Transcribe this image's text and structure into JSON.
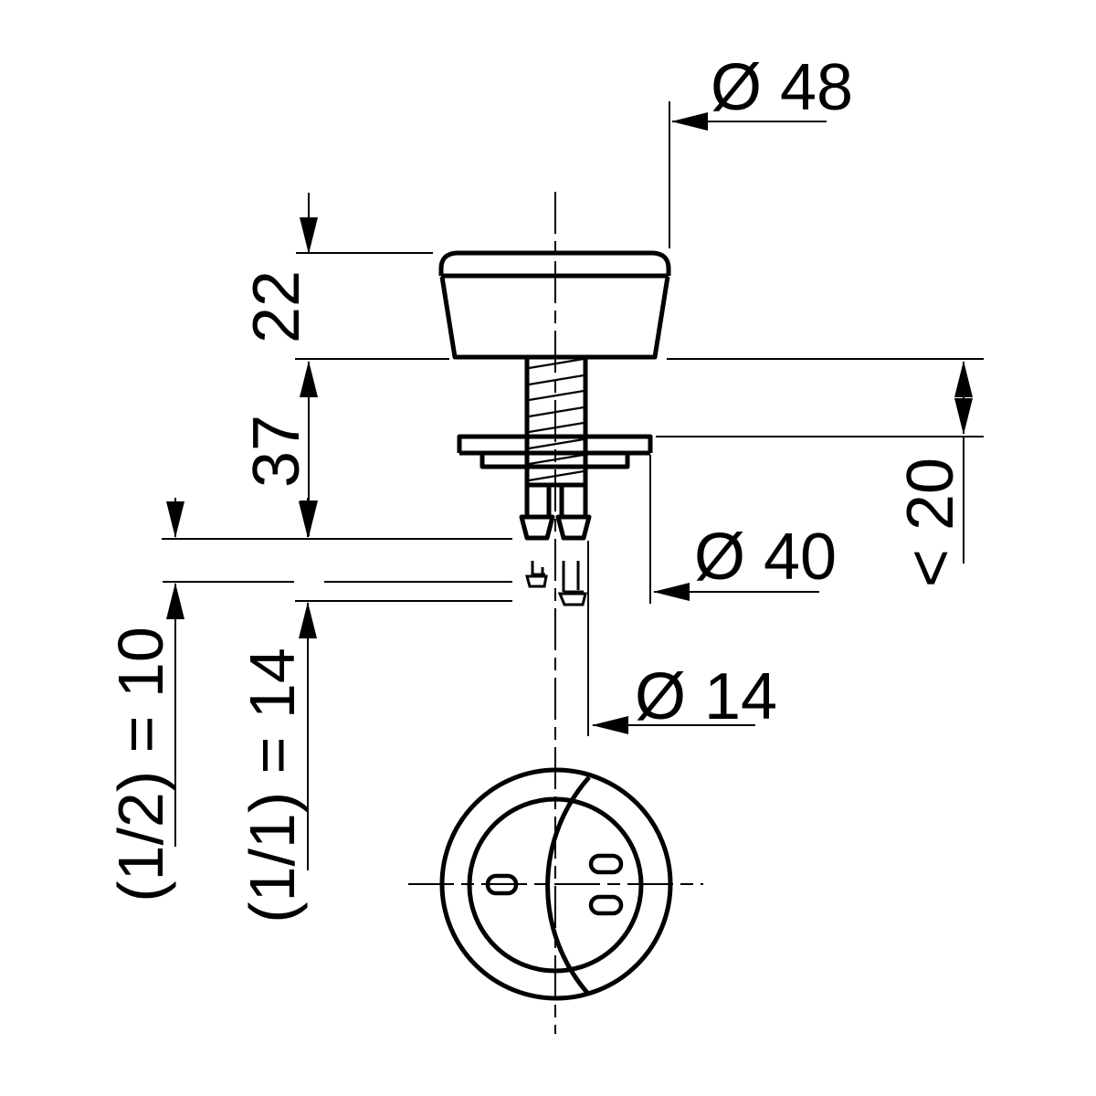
{
  "drawing": {
    "colors": {
      "line": "#000000",
      "background": "#ffffff"
    },
    "labels": {
      "dia48": "Ø 48",
      "dim22": "22",
      "dim37": "37",
      "max20": "< 20",
      "dia40": "Ø 40",
      "dia14": "Ø 14",
      "half_stroke": "(1/2) = 10",
      "full_stroke": "(1/1) = 14"
    }
  }
}
